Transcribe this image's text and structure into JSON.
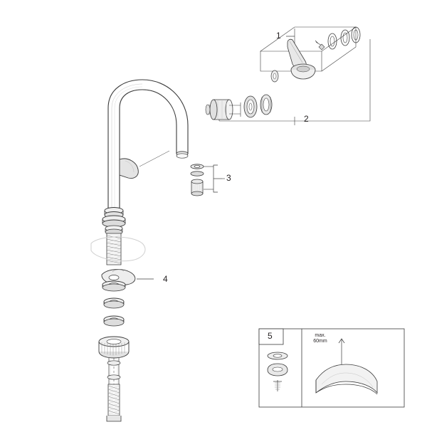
{
  "diagram": {
    "title": "Faucet exploded assembly diagram",
    "line_color": "#3b3b3b",
    "fill_light": "#f2f2f2",
    "fill_mid": "#d9d9d9",
    "fill_dark": "#a8a8a8",
    "text_color": "#231f20",
    "background": "#ffffff"
  },
  "callouts": [
    {
      "id": "1",
      "label": "1"
    },
    {
      "id": "2",
      "label": "2"
    },
    {
      "id": "3",
      "label": "3"
    },
    {
      "id": "4",
      "label": "4"
    },
    {
      "id": "5",
      "label": "5"
    }
  ],
  "annotations": {
    "max_label": "max.",
    "max_value": "60mm"
  }
}
